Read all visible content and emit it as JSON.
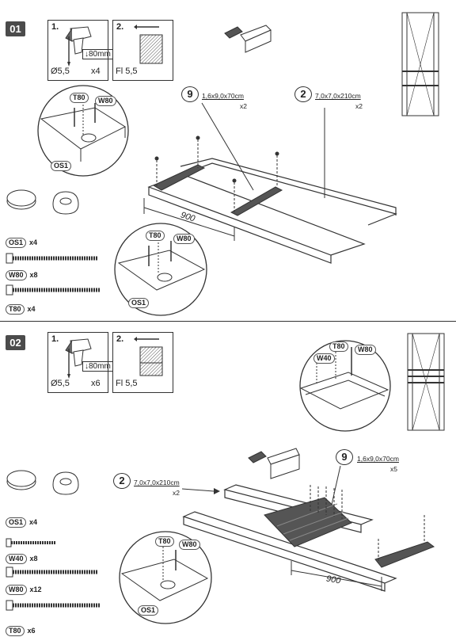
{
  "step1": {
    "badge": "01",
    "tool_box": {
      "drill": {
        "num": "1.",
        "diameter": "Ø5,5",
        "depth": "↓80mm",
        "count": "x4"
      },
      "pilot": {
        "num": "2.",
        "label": "Fl 5,5"
      }
    },
    "part_9": {
      "num": "9",
      "dims": "1,6x9,0x70cm",
      "count": "x2"
    },
    "part_2": {
      "num": "2",
      "dims": "7,0x7,0x210cm",
      "count": "x2"
    },
    "dimension": "900",
    "callout_labels": {
      "top_t80": "T80",
      "top_w80": "W80",
      "top_os1": "OS1",
      "bot_t80": "T80",
      "bot_w80": "W80",
      "bot_os1": "OS1"
    },
    "hardware": [
      {
        "code": "OS1",
        "qty": "x4"
      },
      {
        "code": "W80",
        "qty": "x8"
      },
      {
        "code": "T80",
        "qty": "x4"
      }
    ]
  },
  "step2": {
    "badge": "02",
    "tool_box": {
      "drill": {
        "num": "1.",
        "diameter": "Ø5,5",
        "depth": "↓80mm",
        "count": "x6"
      },
      "pilot": {
        "num": "2.",
        "label": "Fl 5,5"
      }
    },
    "part_9": {
      "num": "9",
      "dims": "1,6x9,0x70cm",
      "count": "x5"
    },
    "part_2": {
      "num": "2",
      "dims": "7,0x7,0x210cm",
      "count": "x2"
    },
    "dimension": "900",
    "callout_labels": {
      "top_w40": "W40",
      "top_t80": "T80",
      "top_w80": "W80",
      "bot_t80": "T80",
      "bot_w80": "W80",
      "bot_os1": "OS1"
    },
    "hardware": [
      {
        "code": "OS1",
        "qty": "x4"
      },
      {
        "code": "W40",
        "qty": "x8"
      },
      {
        "code": "W80",
        "qty": "x12"
      },
      {
        "code": "T80",
        "qty": "x6"
      }
    ]
  }
}
